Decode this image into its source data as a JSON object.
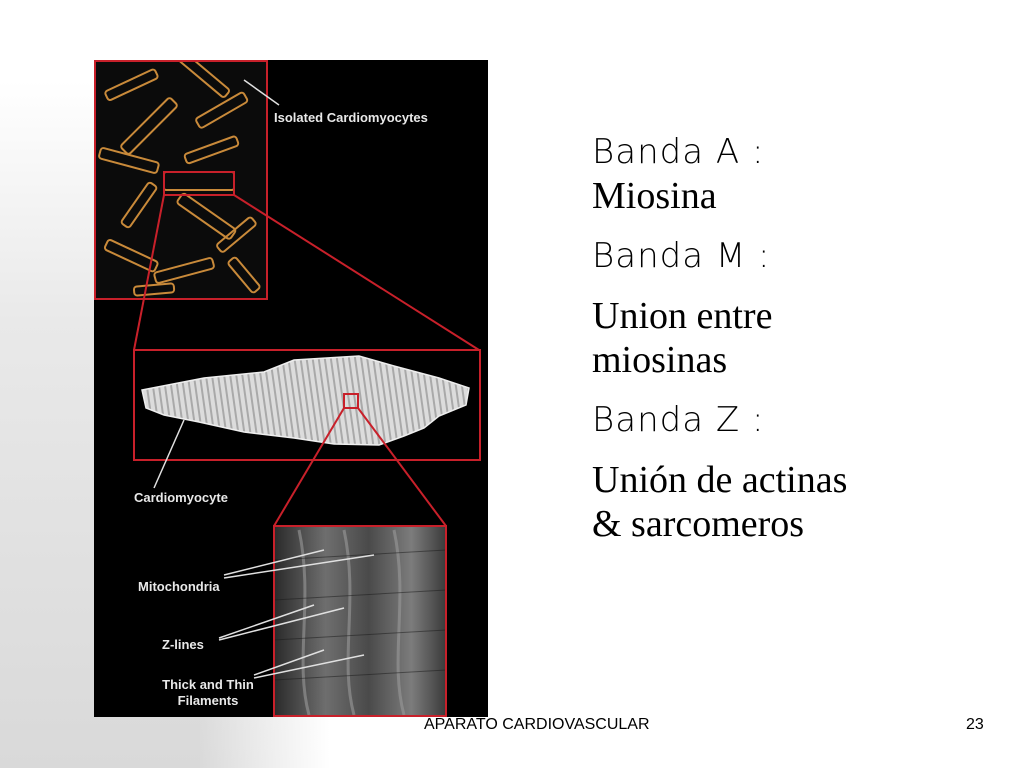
{
  "slide": {
    "lines": [
      {
        "text": "Banda A :",
        "style": "hand"
      },
      {
        "text": "Miosina",
        "style": "serif"
      },
      {
        "text": "Banda M :",
        "style": "hand"
      },
      {
        "text": "Union entre",
        "style": "serif"
      },
      {
        "text": "miosinas",
        "style": "serif"
      },
      {
        "text": "Banda Z :",
        "style": "hand"
      },
      {
        "text": "Unión de actinas",
        "style": "serif"
      },
      {
        "text": "& sarcomeros",
        "style": "serif"
      }
    ]
  },
  "figure": {
    "labels": {
      "isolated": "Isolated Cardiomyocytes",
      "cardiomyocyte": "Cardiomyocyte",
      "mitochondria": "Mitochondria",
      "zlines": "Z-lines",
      "filaments_line1": "Thick and Thin",
      "filaments_line2": "Filaments"
    },
    "colors": {
      "frame": "#c8202a",
      "cells": "#c98a3a",
      "background": "#000000"
    }
  },
  "footer": {
    "title": "APARATO CARDIOVASCULAR",
    "page_number": "23"
  }
}
